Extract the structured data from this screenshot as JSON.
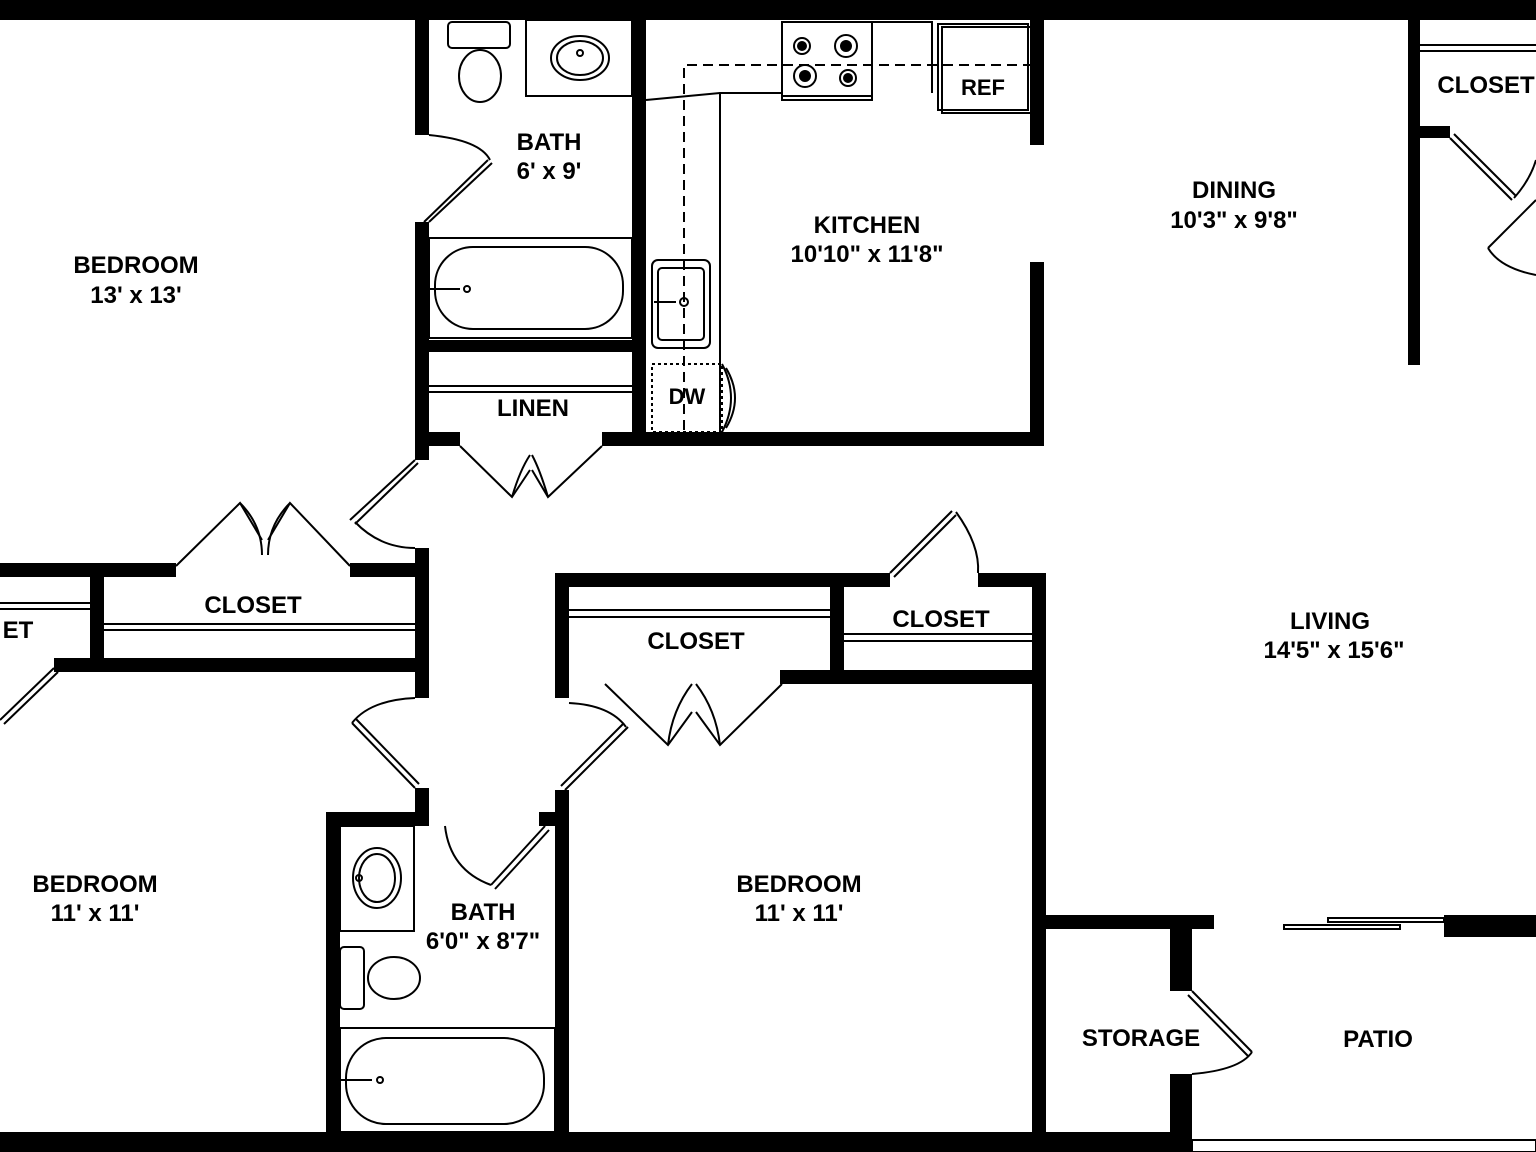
{
  "rooms": {
    "bedroom_nw": {
      "name": "BEDROOM",
      "size": "13' x 13'"
    },
    "bath_top": {
      "name": "BATH",
      "size": "6' x 9'"
    },
    "kitchen": {
      "name": "KITCHEN",
      "size": "10'10\" x 11'8\""
    },
    "dining": {
      "name": "DINING",
      "size": "10'3\" x 9'8\""
    },
    "closet_ne": {
      "name": "CLOSET"
    },
    "linen": {
      "name": "LINEN"
    },
    "closet_w": {
      "name": "CLOSET"
    },
    "closet_w_partial": {
      "name": "ET"
    },
    "closet_mid": {
      "name": "CLOSET"
    },
    "closet_mid_right": {
      "name": "CLOSET"
    },
    "living": {
      "name": "LIVING",
      "size": "14'5\" x 15'6\""
    },
    "bedroom_sw": {
      "name": "BEDROOM",
      "size": "11' x 11'"
    },
    "bath_bottom": {
      "name": "BATH",
      "size": "6'0\" x 8'7\""
    },
    "bedroom_s": {
      "name": "BEDROOM",
      "size": "11' x 11'"
    },
    "storage": {
      "name": "STORAGE"
    },
    "patio": {
      "name": "PATIO"
    }
  },
  "fixtures": {
    "refrigerator": "REF",
    "dishwasher": "DW"
  }
}
